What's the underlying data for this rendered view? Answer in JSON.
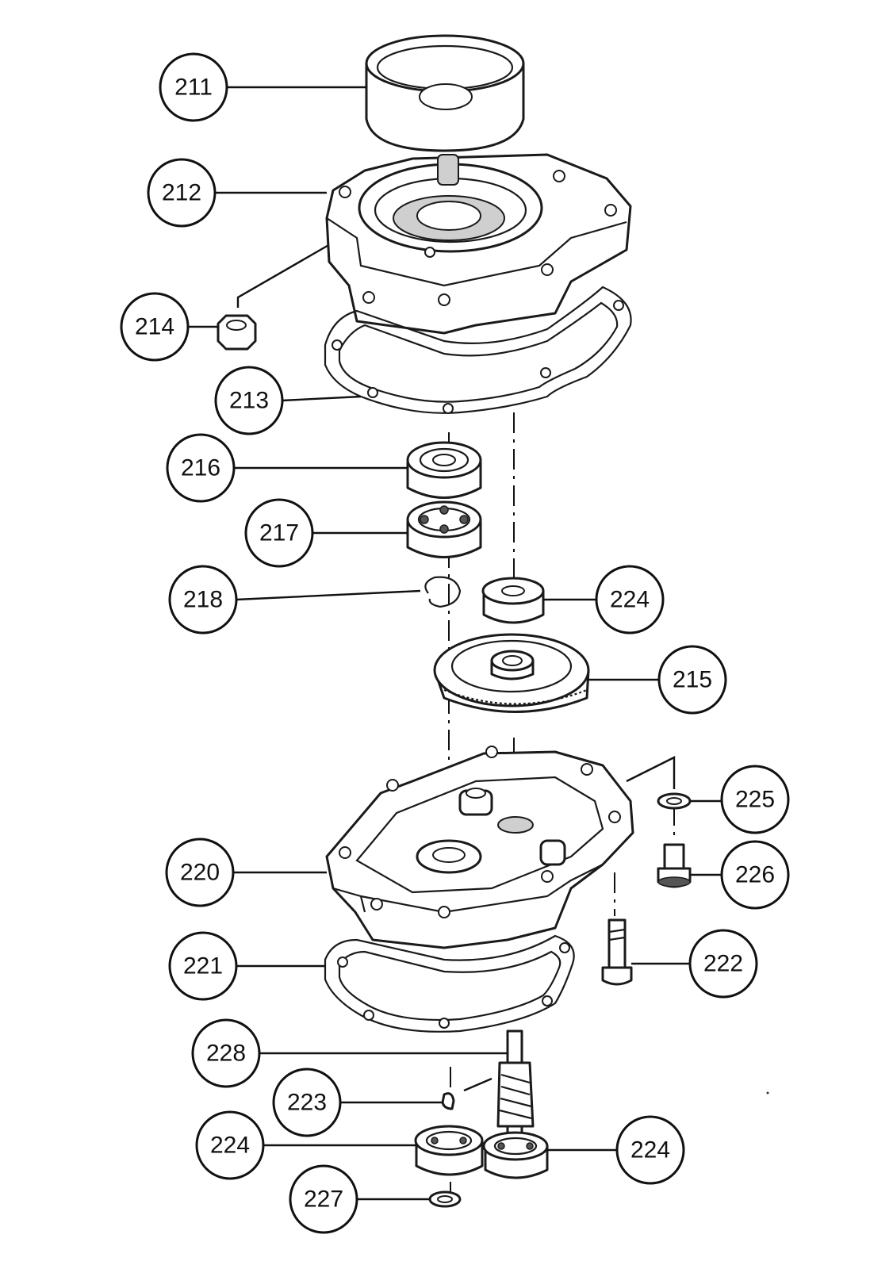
{
  "diagram": {
    "callouts": [
      {
        "id": "c211",
        "label": "211"
      },
      {
        "id": "c212",
        "label": "212"
      },
      {
        "id": "c214",
        "label": "214"
      },
      {
        "id": "c213",
        "label": "213"
      },
      {
        "id": "c216",
        "label": "216"
      },
      {
        "id": "c217",
        "label": "217"
      },
      {
        "id": "c218",
        "label": "218"
      },
      {
        "id": "c224a",
        "label": "224"
      },
      {
        "id": "c215",
        "label": "215"
      },
      {
        "id": "c225",
        "label": "225"
      },
      {
        "id": "c226",
        "label": "226"
      },
      {
        "id": "c220",
        "label": "220"
      },
      {
        "id": "c222",
        "label": "222"
      },
      {
        "id": "c221",
        "label": "221"
      },
      {
        "id": "c228",
        "label": "228"
      },
      {
        "id": "c223",
        "label": "223"
      },
      {
        "id": "c224b",
        "label": "224"
      },
      {
        "id": "c224c",
        "label": "224"
      },
      {
        "id": "c227",
        "label": "227"
      }
    ]
  }
}
